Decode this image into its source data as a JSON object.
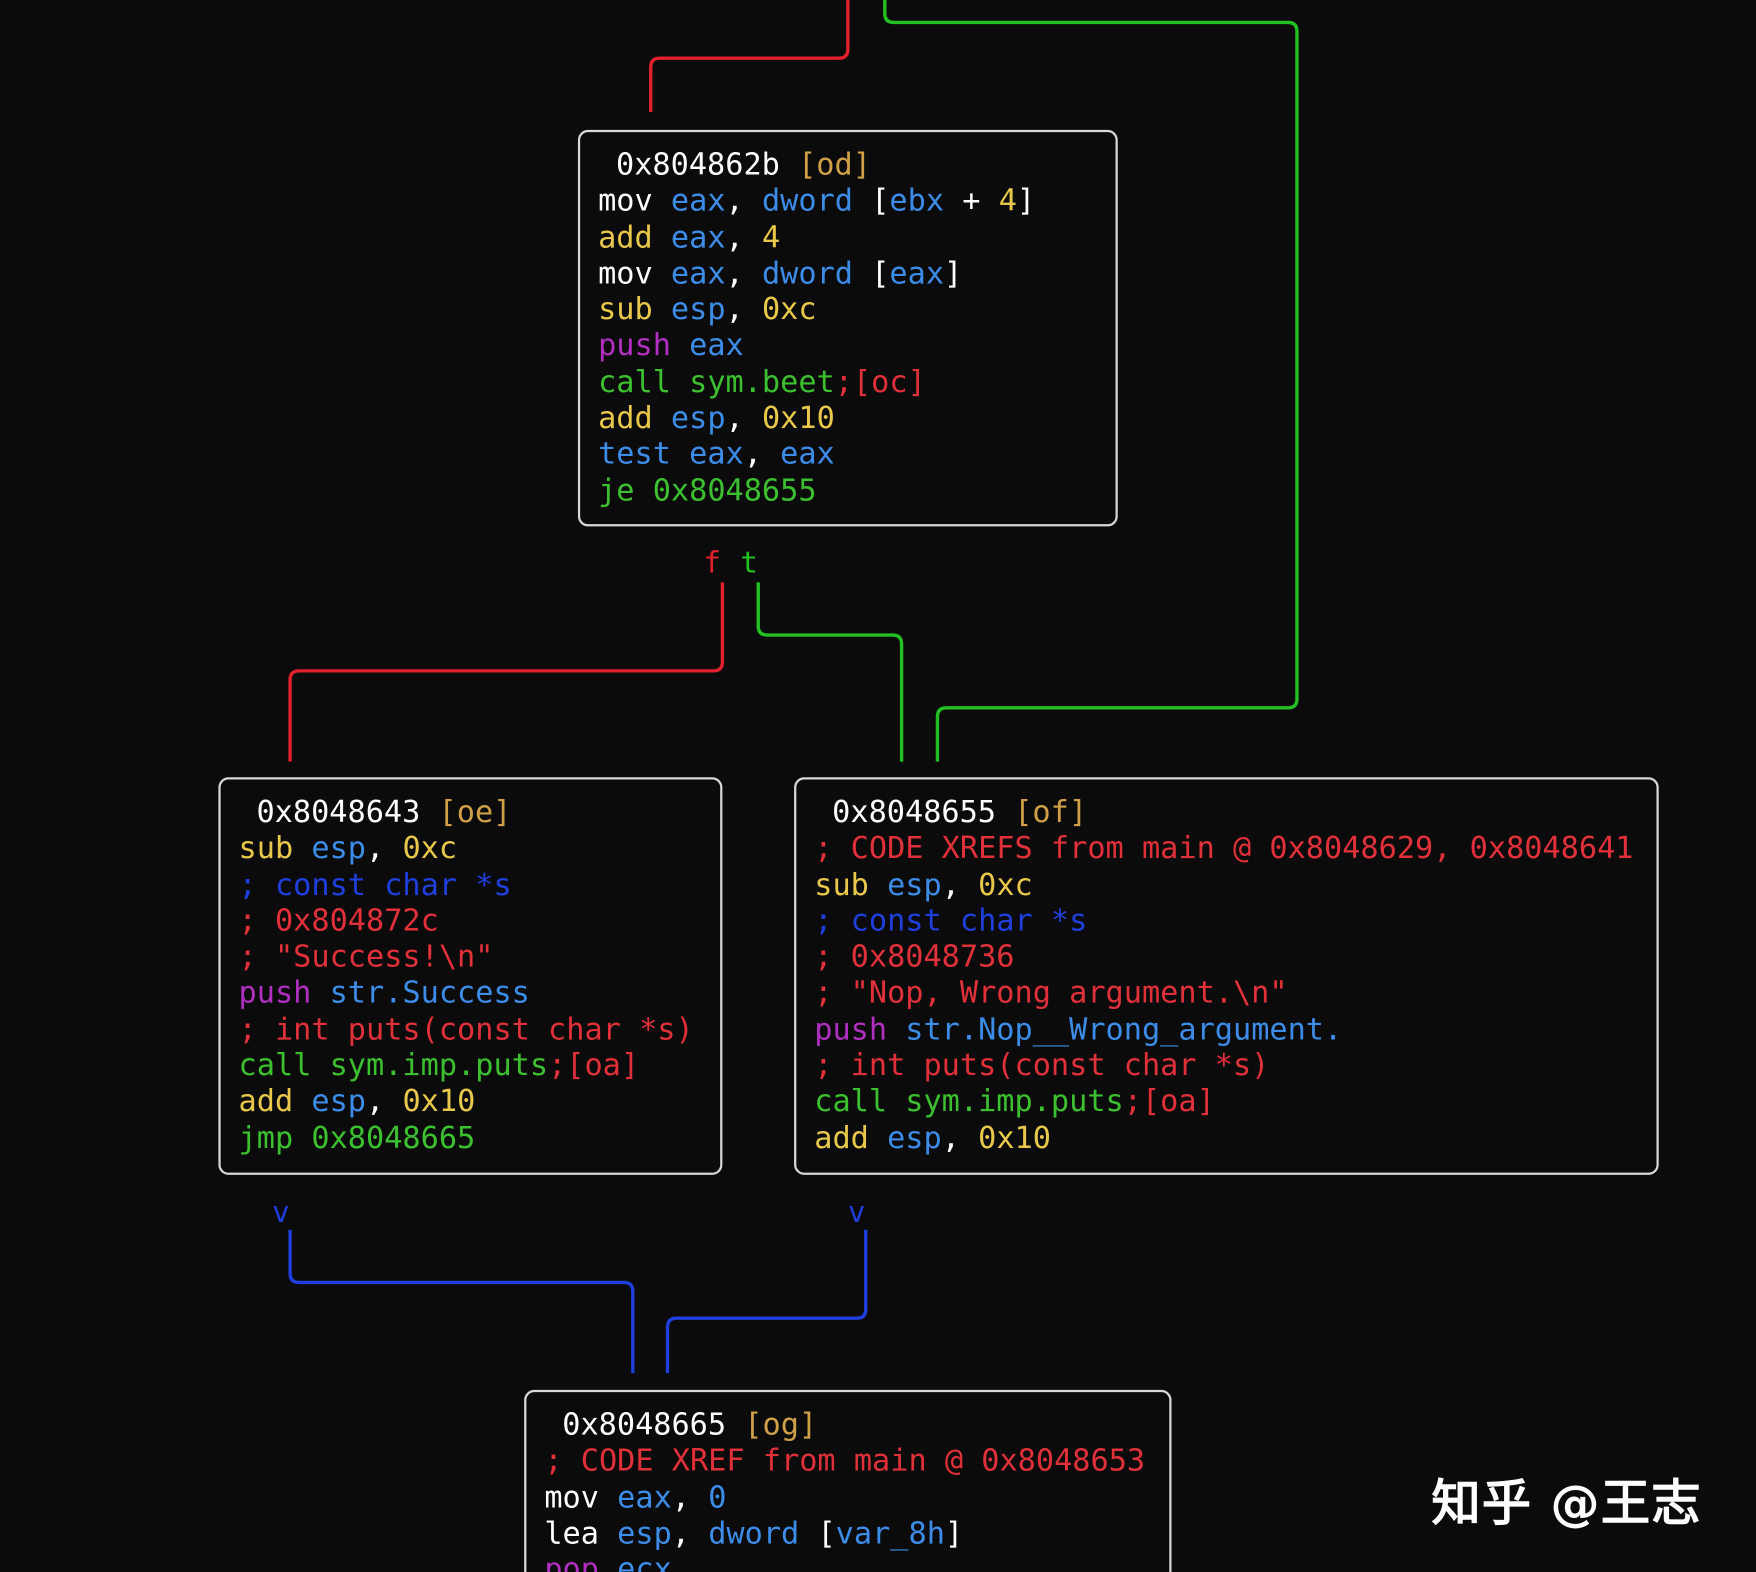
{
  "colors": {
    "background": "#0b0b0b",
    "border": "#d8d8d8",
    "default": "#ffffff",
    "mnemonic": "#e8c84a",
    "register": "#3c8ce8",
    "keyword": "#3c8ce8",
    "comment_type": "#1f3fdc",
    "comment": "#e0303a",
    "push": "#b02fc0",
    "call": "#3cc030",
    "branch": "#3cc030",
    "tag": "#d0a048",
    "edge_false": "#e0202c",
    "edge_true": "#22c022",
    "edge_uncond": "#1f3fdc"
  },
  "edge_labels": {
    "false": "f",
    "true": "t",
    "uncond_left": "v",
    "uncond_right": "v"
  },
  "blocks": [
    {
      "id": "od",
      "lines": [
        {
          "addr": true,
          "parts": [
            [
              "default",
              "0x804862b "
            ],
            [
              "tag",
              "[od]"
            ]
          ]
        },
        {
          "parts": [
            [
              "default",
              "mov "
            ],
            [
              "register",
              "eax"
            ],
            [
              "default",
              ", "
            ],
            [
              "keyword",
              "dword"
            ],
            [
              "default",
              " ["
            ],
            [
              "register",
              "ebx"
            ],
            [
              "default",
              " + "
            ],
            [
              "mnemonic",
              "4"
            ],
            [
              "default",
              "]"
            ]
          ]
        },
        {
          "parts": [
            [
              "mnemonic",
              "add "
            ],
            [
              "register",
              "eax"
            ],
            [
              "default",
              ", "
            ],
            [
              "mnemonic",
              "4"
            ]
          ]
        },
        {
          "parts": [
            [
              "default",
              "mov "
            ],
            [
              "register",
              "eax"
            ],
            [
              "default",
              ", "
            ],
            [
              "keyword",
              "dword"
            ],
            [
              "default",
              " ["
            ],
            [
              "register",
              "eax"
            ],
            [
              "default",
              "]"
            ]
          ]
        },
        {
          "parts": [
            [
              "mnemonic",
              "sub "
            ],
            [
              "register",
              "esp"
            ],
            [
              "default",
              ", "
            ],
            [
              "mnemonic",
              "0xc"
            ]
          ]
        },
        {
          "parts": [
            [
              "push",
              "push "
            ],
            [
              "register",
              "eax"
            ]
          ]
        },
        {
          "parts": [
            [
              "call",
              "call sym.beet"
            ],
            [
              "comment",
              ";[oc]"
            ]
          ]
        },
        {
          "parts": [
            [
              "mnemonic",
              "add "
            ],
            [
              "register",
              "esp"
            ],
            [
              "default",
              ", "
            ],
            [
              "mnemonic",
              "0x10"
            ]
          ]
        },
        {
          "parts": [
            [
              "register",
              "test eax"
            ],
            [
              "default",
              ", "
            ],
            [
              "register",
              "eax"
            ]
          ]
        },
        {
          "parts": [
            [
              "branch",
              "je 0x8048655"
            ]
          ]
        }
      ]
    },
    {
      "id": "oe",
      "lines": [
        {
          "addr": true,
          "parts": [
            [
              "default",
              "0x8048643 "
            ],
            [
              "tag",
              "[oe]"
            ]
          ]
        },
        {
          "parts": [
            [
              "mnemonic",
              "sub "
            ],
            [
              "register",
              "esp"
            ],
            [
              "default",
              ", "
            ],
            [
              "mnemonic",
              "0xc"
            ]
          ]
        },
        {
          "parts": [
            [
              "comment_type",
              "; const char *s"
            ]
          ]
        },
        {
          "parts": [
            [
              "comment",
              "; 0x804872c"
            ]
          ]
        },
        {
          "parts": [
            [
              "comment",
              "; \"Success!\\n\""
            ]
          ]
        },
        {
          "parts": [
            [
              "push",
              "push "
            ],
            [
              "register",
              "str.Success"
            ]
          ]
        },
        {
          "parts": [
            [
              "comment",
              "; int puts(const char *s)"
            ]
          ]
        },
        {
          "parts": [
            [
              "call",
              "call sym.imp.puts"
            ],
            [
              "comment",
              ";[oa]"
            ]
          ]
        },
        {
          "parts": [
            [
              "mnemonic",
              "add "
            ],
            [
              "register",
              "esp"
            ],
            [
              "default",
              ", "
            ],
            [
              "mnemonic",
              "0x10"
            ]
          ]
        },
        {
          "parts": [
            [
              "branch",
              "jmp 0x8048665"
            ]
          ]
        }
      ]
    },
    {
      "id": "of",
      "lines": [
        {
          "addr": true,
          "parts": [
            [
              "default",
              "0x8048655 "
            ],
            [
              "tag",
              "[of]"
            ]
          ]
        },
        {
          "parts": [
            [
              "comment",
              "; CODE XREFS from main @ 0x8048629, 0x8048641"
            ]
          ]
        },
        {
          "parts": [
            [
              "mnemonic",
              "sub "
            ],
            [
              "register",
              "esp"
            ],
            [
              "default",
              ", "
            ],
            [
              "mnemonic",
              "0xc"
            ]
          ]
        },
        {
          "parts": [
            [
              "comment_type",
              "; const char *s"
            ]
          ]
        },
        {
          "parts": [
            [
              "comment",
              "; 0x8048736"
            ]
          ]
        },
        {
          "parts": [
            [
              "comment",
              "; \"Nop, Wrong argument.\\n\""
            ]
          ]
        },
        {
          "parts": [
            [
              "push",
              "push "
            ],
            [
              "register",
              "str.Nop__Wrong_argument."
            ]
          ]
        },
        {
          "parts": [
            [
              "comment",
              "; int puts(const char *s)"
            ]
          ]
        },
        {
          "parts": [
            [
              "call",
              "call sym.imp.puts"
            ],
            [
              "comment",
              ";[oa]"
            ]
          ]
        },
        {
          "parts": [
            [
              "mnemonic",
              "add "
            ],
            [
              "register",
              "esp"
            ],
            [
              "default",
              ", "
            ],
            [
              "mnemonic",
              "0x10"
            ]
          ]
        }
      ]
    },
    {
      "id": "og",
      "lines": [
        {
          "addr": true,
          "parts": [
            [
              "default",
              "0x8048665 "
            ],
            [
              "tag",
              "[og]"
            ]
          ]
        },
        {
          "parts": [
            [
              "comment",
              "; CODE XREF from main @ 0x8048653"
            ]
          ]
        },
        {
          "parts": [
            [
              "default",
              "mov "
            ],
            [
              "register",
              "eax"
            ],
            [
              "default",
              ", "
            ],
            [
              "register",
              "0"
            ]
          ]
        },
        {
          "parts": [
            [
              "default",
              "lea "
            ],
            [
              "register",
              "esp"
            ],
            [
              "default",
              ", "
            ],
            [
              "keyword",
              "dword"
            ],
            [
              "default",
              " ["
            ],
            [
              "keyword",
              "var_8h"
            ],
            [
              "default",
              "]"
            ]
          ]
        },
        {
          "parts": [
            [
              "push",
              "pop "
            ],
            [
              "register",
              "ecx"
            ]
          ]
        }
      ]
    }
  ],
  "watermark": "知乎 @王志"
}
